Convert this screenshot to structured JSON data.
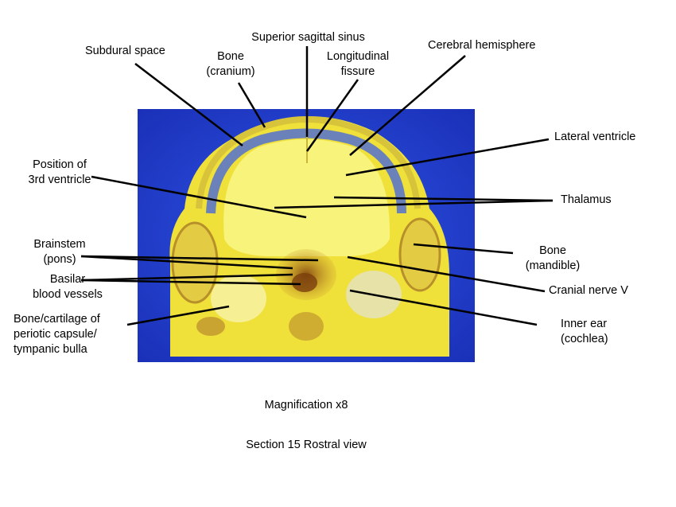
{
  "labels": {
    "superior_sagittal_sinus": "Superior sagittal sinus",
    "subdural_space": "Subdural space",
    "bone_cranium": [
      "Bone",
      "(cranium)"
    ],
    "longitudinal_fissure": [
      "Longitudinal",
      "fissure"
    ],
    "cerebral_hemisphere": "Cerebral hemisphere",
    "lateral_ventricle": "Lateral ventricle",
    "third_ventricle": [
      "Position of",
      "3rd ventricle"
    ],
    "thalamus": "Thalamus",
    "brainstem": [
      "Brainstem",
      "(pons)"
    ],
    "basilar_vessels": [
      "Basilar",
      "blood vessels"
    ],
    "bone_mandible": [
      "Bone",
      "(mandible)"
    ],
    "cranial_nerve_v": "Cranial nerve V",
    "periotic": [
      "Bone/cartilage of",
      "periotic capsule/",
      "tympanic bulla"
    ],
    "inner_ear": [
      "Inner ear",
      "(cochlea)"
    ]
  },
  "captions": {
    "magnification": "Magnification x8",
    "section": "Section 15 Rostral view"
  },
  "colors": {
    "background_blue": "#1f3fd0",
    "tissue_yellow": "#f2e640",
    "brain_yellow": "#f7f070",
    "brown": "#a06a1e",
    "leader_line": "#000000"
  }
}
